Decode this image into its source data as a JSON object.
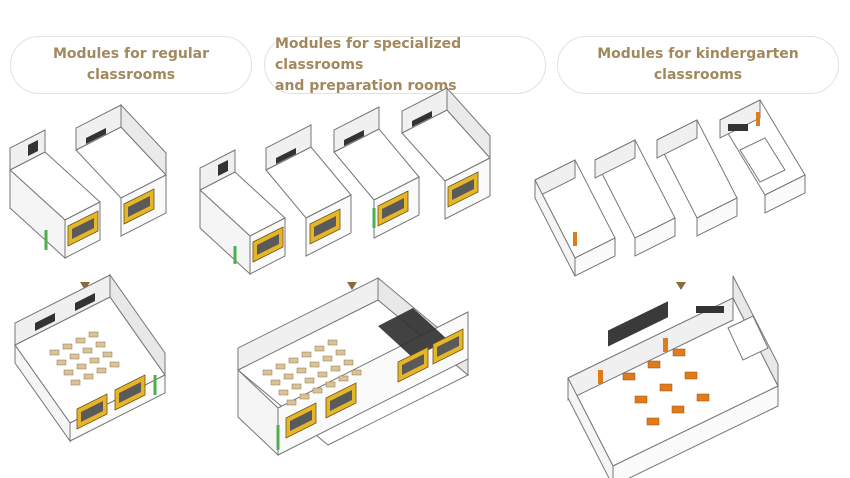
{
  "columns": [
    {
      "label": "Modules for regular classrooms"
    },
    {
      "label": "Modules for specialized classrooms\nand preparation rooms"
    },
    {
      "label": "Modules for kindergarten classrooms"
    }
  ],
  "colors": {
    "label_text": "#a3885e",
    "pill_border": "#e3e1dc",
    "wall": "#f4f4f4",
    "wall_edge": "#6e6e6e",
    "window_yellow": "#e7b628",
    "accent_green": "#4caf50",
    "desk": "#d9c39a",
    "kinder_orange": "#e07b1c",
    "arrow": "#8a6a3c"
  }
}
